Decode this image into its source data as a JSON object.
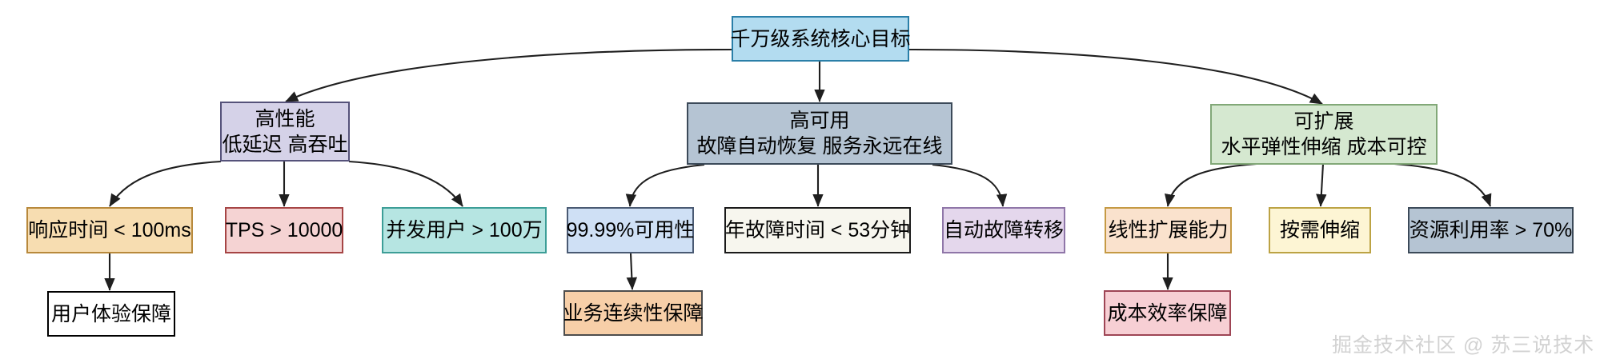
{
  "diagram": {
    "title": "千万级系统核心目标",
    "type": "flowchart-tree",
    "watermark": "掘金技术社区 @ 苏三说技术",
    "nodes": {
      "root": {
        "label": "千万级系统核心目标",
        "fill": "#b3dcf0",
        "border": "#2a7fa8"
      },
      "perf": {
        "line1": "高性能",
        "line2": "低延迟 高吞吐",
        "fill": "#d5d2e8",
        "border": "#55527a"
      },
      "ha": {
        "line1": "高可用",
        "line2": "故障自动恢复 服务永远在线",
        "fill": "#b5c4d3",
        "border": "#3c4a59"
      },
      "scale": {
        "line1": "可扩展",
        "line2": "水平弹性伸缩 成本可控",
        "fill": "#d5e8d0",
        "border": "#82a878"
      },
      "resp_time": {
        "label": "响应时间 < 100ms",
        "fill": "#f7ddb1",
        "border": "#b8893c"
      },
      "tps": {
        "label": "TPS > 10000",
        "fill": "#f5d3d3",
        "border": "#a64545"
      },
      "concurrent": {
        "label": "并发用户 > 100万",
        "fill": "#b6e5e2",
        "border": "#3d9e97"
      },
      "availability": {
        "label": "99.99%可用性",
        "fill": "#cfe0f5",
        "border": "#4a5a73"
      },
      "downtime": {
        "label": "年故障时间 < 53分钟",
        "fill": "#f7f6ee",
        "border": "#1a1a1a"
      },
      "failover": {
        "label": "自动故障转移",
        "fill": "#e4d7ec",
        "border": "#8f76a8"
      },
      "linear": {
        "label": "线性扩展能力",
        "fill": "#fae2cd",
        "border": "#c59a44"
      },
      "ondemand": {
        "label": "按需伸缩",
        "fill": "#fdf5d4",
        "border": "#bca344"
      },
      "utilization": {
        "label": "资源利用率 > 70%",
        "fill": "#b5c4d3",
        "border": "#3c4a59"
      },
      "ux": {
        "label": "用户体验保障",
        "fill": "#ffffff",
        "border": "#000000"
      },
      "continuity": {
        "label": "业务连续性保障",
        "fill": "#f7cfa8",
        "border": "#4d4d4d"
      },
      "cost": {
        "label": "成本效率保障",
        "fill": "#f7cfd4",
        "border": "#9e4555"
      }
    },
    "edges": [
      {
        "from": "root",
        "to": "perf"
      },
      {
        "from": "root",
        "to": "ha"
      },
      {
        "from": "root",
        "to": "scale"
      },
      {
        "from": "perf",
        "to": "resp_time"
      },
      {
        "from": "perf",
        "to": "tps"
      },
      {
        "from": "perf",
        "to": "concurrent"
      },
      {
        "from": "ha",
        "to": "availability"
      },
      {
        "from": "ha",
        "to": "downtime"
      },
      {
        "from": "ha",
        "to": "failover"
      },
      {
        "from": "scale",
        "to": "linear"
      },
      {
        "from": "scale",
        "to": "ondemand"
      },
      {
        "from": "scale",
        "to": "utilization"
      },
      {
        "from": "resp_time",
        "to": "ux"
      },
      {
        "from": "availability",
        "to": "continuity"
      },
      {
        "from": "linear",
        "to": "cost"
      }
    ]
  }
}
